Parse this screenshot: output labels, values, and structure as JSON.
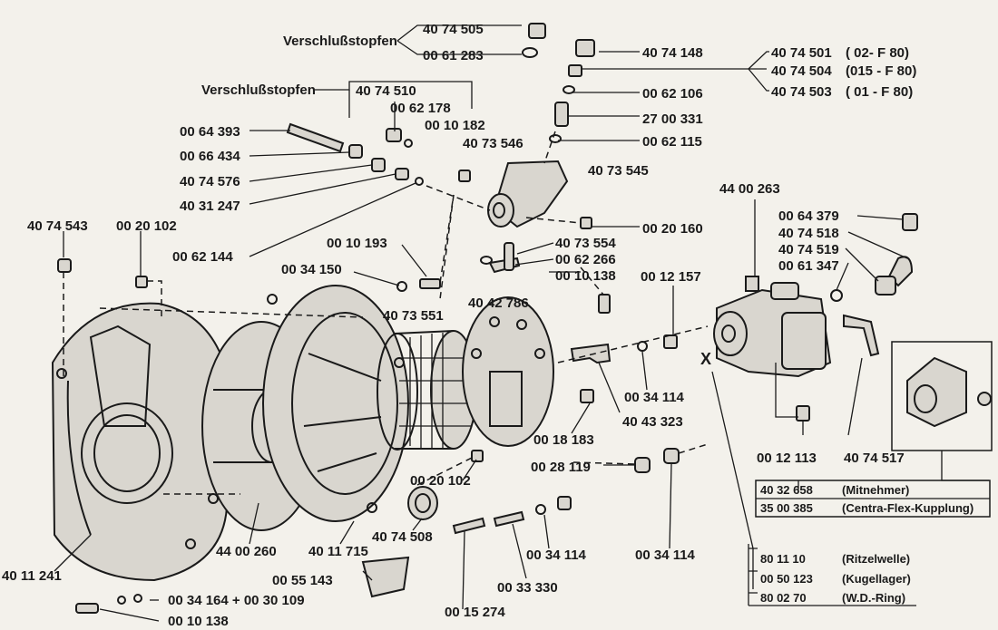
{
  "labels": {
    "verschluss_1": "Verschlußstopfen",
    "verschluss_2": "Verschlußstopfen",
    "p4074505": "40 74 505",
    "p0061283": "00 61 283",
    "p4074510": "40 74 510",
    "p0062178": "00 62 178",
    "p0010182": "00 10 182",
    "p0064393": "00 64 393",
    "p0066434": "00 66 434",
    "p4074576": "40 74 576",
    "p4031247": "40 31 247",
    "p4074543": "40 74 543",
    "p0020102a": "00 20 102",
    "p0062144": "00 62 144",
    "p0010193": "00 10 193",
    "p0034150": "00 34 150",
    "p4073546": "40 73 546",
    "p4073545": "40 73 545",
    "p4074148": "40 74 148",
    "p0062106": "00 62 106",
    "p2700331": "27 00 331",
    "p0062115": "00 62 115",
    "p0020160": "00 20 160",
    "p4073554": "40 73 554",
    "p0062266": "00 62 266",
    "p0010138a": "00 10 138",
    "p4074501": "40 74 501",
    "v4074501": "( 02- F 80)",
    "p4074504": "40 74 504",
    "v4074504": "(015 - F 80)",
    "p4074503": "40 74 503",
    "v4074503": "( 01 - F 80)",
    "p4400263": "44 00 263",
    "p0064379": "00 64 379",
    "p4074518": "40 74 518",
    "p4074519": "40 74 519",
    "p0061347": "00 61 347",
    "p0012157": "00 12 157",
    "p4042786": "40 42 786",
    "p4073551": "40 73 551",
    "p0034114a": "00 34 114",
    "p4043323": "40 43 323",
    "p0018183": "00 18 183",
    "x_mark": "X",
    "p0012113": "00 12 113",
    "p4074517": "40 74 517",
    "p0020102b": "00 20 102",
    "p0028119": "00 28 119",
    "p4074508": "40 74 508",
    "p4400260": "44 00 260",
    "p4011715": "40 11 715",
    "p0034114b": "00 34 114",
    "p0034114c": "00 34 114",
    "p4011241": "40 11 241",
    "p0055143": "00 55 143",
    "p0033330": "00 33 330",
    "p0034164": "00 34 164 + 00 30 109",
    "p0010138b": "00 10 138",
    "p0015274": "00 15 274"
  },
  "coupling_box": [
    {
      "number": "40 32 658",
      "name": "(Mitnehmer)"
    },
    {
      "number": "35 00 385",
      "name": "(Centra-Flex-Kupplung)"
    }
  ],
  "gear_box": [
    {
      "number": "80 11 10",
      "name": "(Ritzelwelle)"
    },
    {
      "number": "00 50 123",
      "name": "(Kugellager)"
    },
    {
      "number": "80 02 70",
      "name": "(W.D.-Ring)"
    }
  ]
}
